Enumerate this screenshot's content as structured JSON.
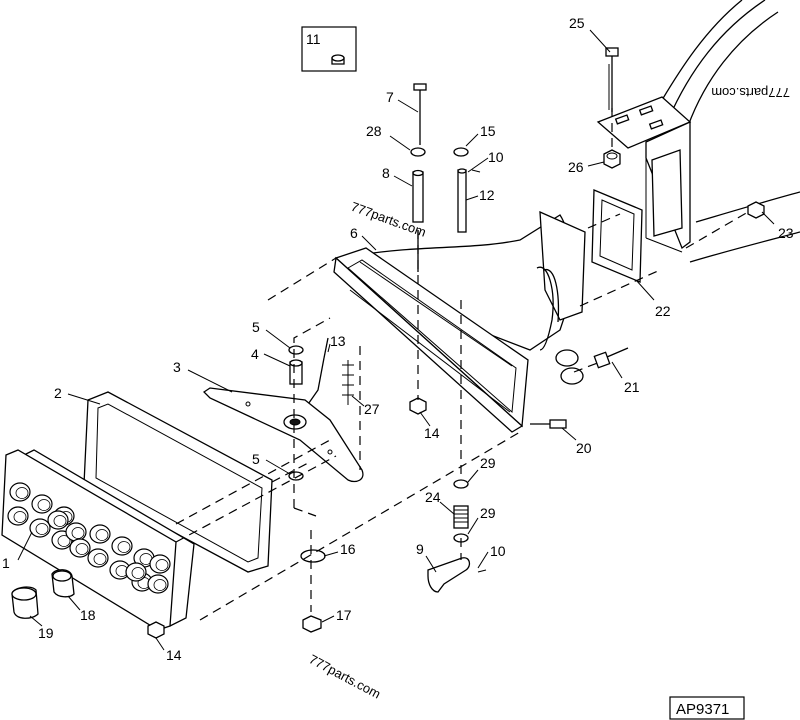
{
  "figure_code": "AP9371",
  "watermark": "777parts.com",
  "callouts": [
    "1",
    "2",
    "3",
    "4",
    "5",
    "5",
    "6",
    "7",
    "8",
    "9",
    "10",
    "10",
    "11",
    "12",
    "13",
    "14",
    "14",
    "14",
    "15",
    "16",
    "17",
    "18",
    "19",
    "20",
    "21",
    "22",
    "23",
    "24",
    "25",
    "26",
    "27",
    "28",
    "29",
    "29"
  ]
}
